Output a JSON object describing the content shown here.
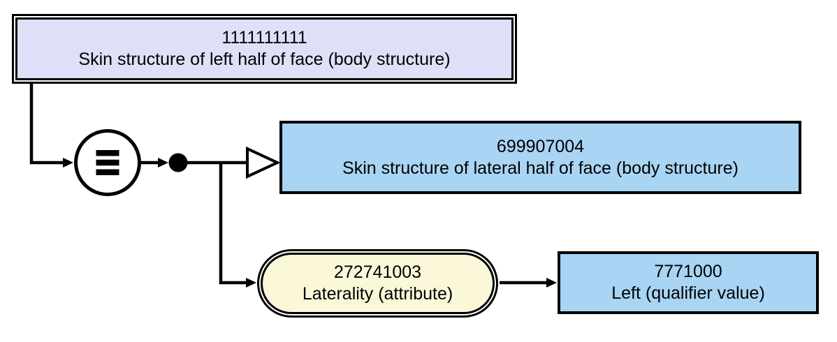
{
  "diagram": {
    "focus_concept": {
      "id": "1111111111",
      "term": "Skin structure of left half of face (body structure)"
    },
    "supertype_concept": {
      "id": "699907004",
      "term": "Skin structure of lateral half of face (body structure)"
    },
    "attribute": {
      "id": "272741003",
      "term": "Laterality (attribute)"
    },
    "value_concept": {
      "id": "7771000",
      "term": "Left (qualifier value)"
    },
    "symbols": {
      "definition_status": "equivalent-to-icon",
      "conjunction": "conjunction-dot-icon",
      "subtype": "is-a-arrow-icon"
    },
    "colors": {
      "line": "#000000",
      "focus_fill": "#dee0f8",
      "concept_fill": "#a9d4f4",
      "attribute_fill": "#faf8d9"
    }
  }
}
